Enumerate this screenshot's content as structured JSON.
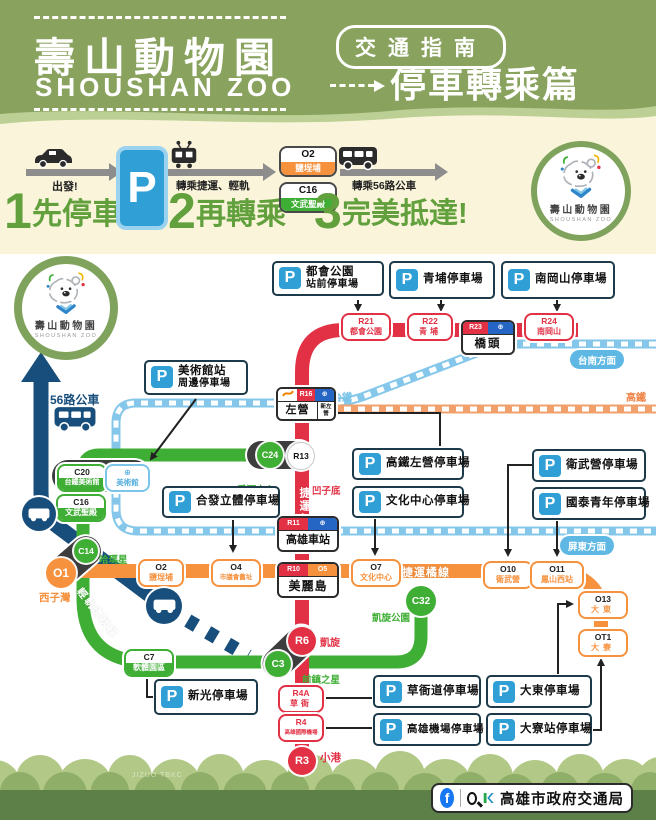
{
  "p_label": "P",
  "header": {
    "title": "壽山動物園",
    "subtitle": "SHOUSHAN ZOO",
    "badge": "交通指南",
    "topic": "停車轉乘篇"
  },
  "steps": {
    "depart": "出發!",
    "n1": "1",
    "t1": "先停車",
    "transfer_rail": "轉乘捷運、輕軌",
    "n2": "2",
    "t2": "再轉乘",
    "o2": {
      "code": "O2",
      "name": "鹽埕埔"
    },
    "c16": {
      "code": "C16",
      "name": "文武聖殿"
    },
    "transfer_bus": "轉乘56路公車",
    "n3": "3",
    "t3": "完美抵達!"
  },
  "logo": {
    "name": "壽山動物園",
    "sub": "SHOUSHAN ZOO"
  },
  "map": {
    "bus_route": "56路公車",
    "lines": {
      "red": "捷運紅線",
      "orange": "捷運橘線",
      "green": "輕軌環狀線",
      "tra": "台鐵",
      "hsr": "高鐵"
    },
    "dir": {
      "tainan": "台南方面",
      "pingtung": "屏東方面"
    },
    "st": {
      "r21": {
        "code": "R21",
        "name": "都會公園"
      },
      "r22": {
        "code": "R22",
        "name": "青埔"
      },
      "qiaotou": {
        "code": "R23",
        "name": "橋頭"
      },
      "r24": {
        "code": "R24",
        "name": "南岡山"
      },
      "zuoying": {
        "code": "R16",
        "name": "左營",
        "alt": "新左營"
      },
      "c24": {
        "code": "C24",
        "name": "愛河之心"
      },
      "r13": {
        "code": "R13",
        "name": "凹子底"
      },
      "c20": {
        "code": "C20",
        "name": "台鐵美術館"
      },
      "tra_museum": {
        "name": "美術館"
      },
      "c16": {
        "code": "C16",
        "name": "文武聖殿"
      },
      "c14": {
        "code": "C14",
        "name": "哈瑪星"
      },
      "o1": {
        "code": "O1",
        "name": "西子灣"
      },
      "o2": {
        "code": "O2",
        "name": "鹽埕埔"
      },
      "o4": {
        "code": "O4",
        "name": "市議會舊址"
      },
      "main_station": {
        "code": "R11",
        "name": "高雄車站"
      },
      "formosa": {
        "r": "R10",
        "o": "O5",
        "name": "美麗島"
      },
      "o7": {
        "code": "O7",
        "name": "文化中心"
      },
      "o10": {
        "code": "O10",
        "name": "衛武營"
      },
      "o11": {
        "code": "O11",
        "name": "鳳山西站"
      },
      "o13": {
        "code": "O13",
        "name": "大東"
      },
      "ot1": {
        "code": "OT1",
        "name": "大寮"
      },
      "c32": {
        "code": "C32",
        "name": "凱旋公園"
      },
      "r6": {
        "code": "R6",
        "name": "凱旋"
      },
      "c3": {
        "code": "C3",
        "name": "前鎮之星"
      },
      "c7": {
        "code": "C7",
        "name": "軟體園區"
      },
      "r4a": {
        "code": "R4A",
        "name": "草衙"
      },
      "r4": {
        "code": "R4",
        "name": "高雄國際機場"
      },
      "r3": {
        "code": "R3",
        "name": "小港"
      }
    },
    "parking": {
      "metro_park": {
        "l1": "都會公園",
        "l2": "站前停車場"
      },
      "qingpu": "青埔停車場",
      "nangangshan": "南岡山停車場",
      "museum": {
        "l1": "美術館站",
        "l2": "周邊停車場"
      },
      "hsr_zuoying": "高鐵左營停車場",
      "cultural": "文化中心停車場",
      "hefa": "合發立體停車場",
      "weiwuying": "衛武營停車場",
      "cathay": "國泰青年停車場",
      "shinkong": "新光停車場",
      "caoya": "草衙道停車場",
      "airport": "高雄機場停車場",
      "dadong": "大東停車場",
      "daliao": "大寮站停車場"
    },
    "watermark": "JIZUO TBKC"
  },
  "footer": {
    "facebook": "f",
    "agency": "高雄市政府交通局"
  }
}
